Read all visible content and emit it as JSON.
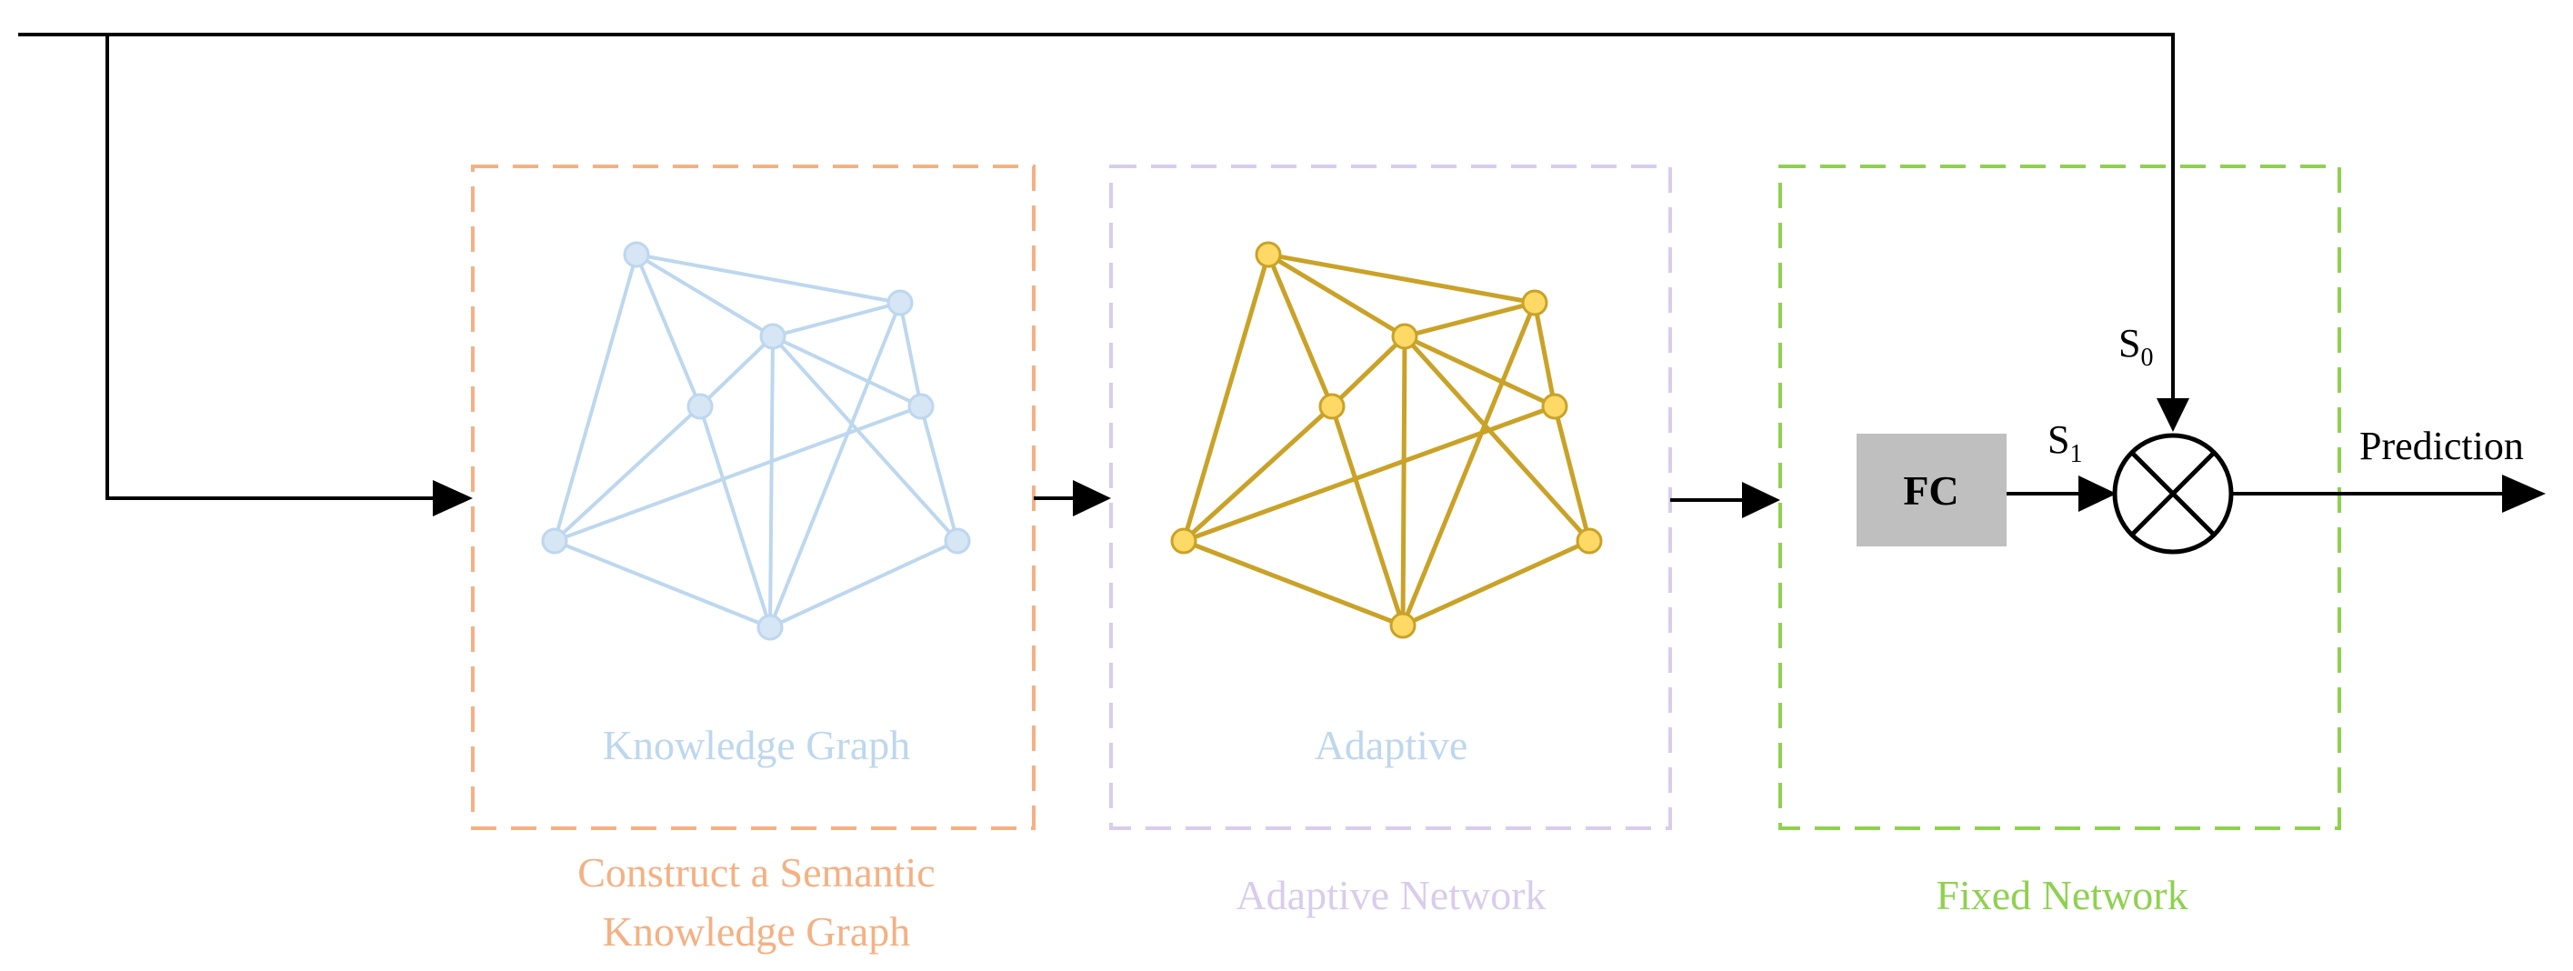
{
  "colors": {
    "line": "#000000",
    "knowledge_box": "#f4b183",
    "adaptive_box": "#d9ccec",
    "fixed_box": "#8fd14f",
    "kg_graph": "#bdd7ee",
    "adaptive_graph_line": "#c9a227",
    "adaptive_graph_node": "#ffd966",
    "fc_fill": "#bfbfbf"
  },
  "knowledge_graph": {
    "inner_label": "Knowledge Graph",
    "caption_line1": "Construct a Semantic",
    "caption_line2": "Knowledge Graph"
  },
  "adaptive_network": {
    "inner_label": "Adaptive",
    "caption": "Adaptive Network"
  },
  "fixed_network": {
    "caption": "Fixed Network",
    "fc_label": "FC",
    "s1_main": "S",
    "s1_sub": "1",
    "s0_main": "S",
    "s0_sub": "0",
    "operator_icon": "circled-times-icon"
  },
  "output": {
    "label": "Prediction"
  }
}
